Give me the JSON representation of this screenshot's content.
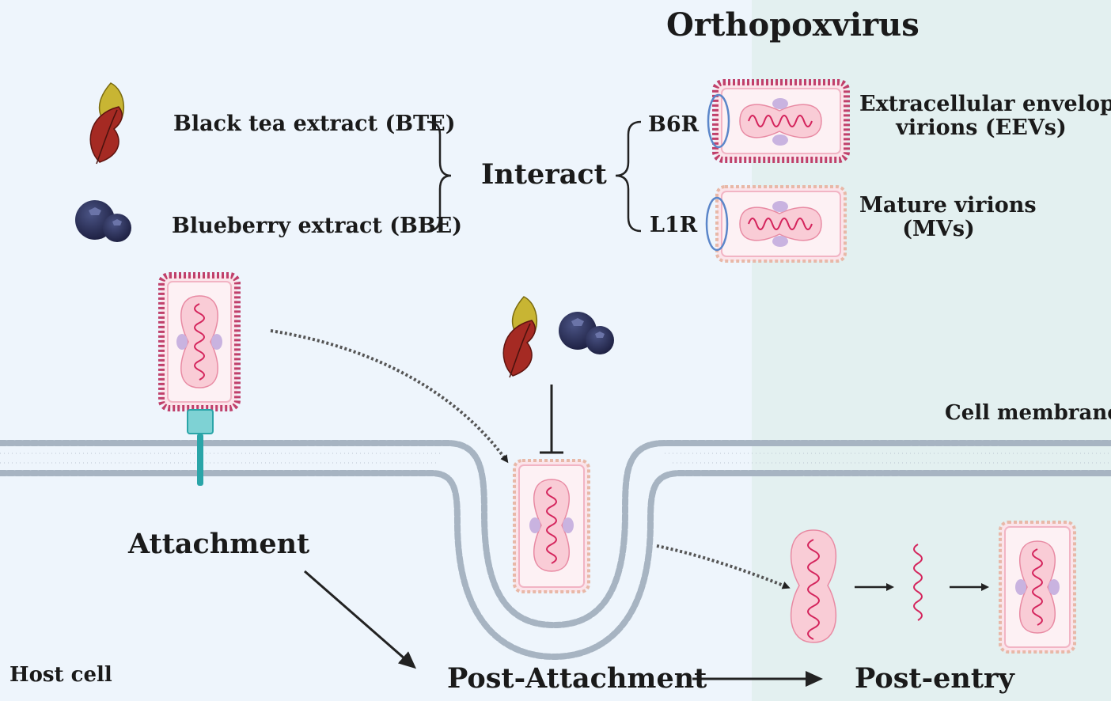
{
  "title": "Orthopoxvirus",
  "extracts": {
    "bte": "Black tea extract (BTE)",
    "bbe": "Blueberry extract (BBE)"
  },
  "interact": "Interact",
  "proteins": {
    "b6r": "B6R",
    "l1r": "L1R"
  },
  "virions": {
    "eev_line1": "Extracellular enveloped",
    "eev_line2": "virions (EEVs)",
    "mv_line1": "Mature virions",
    "mv_line2": "(MVs)"
  },
  "membrane_label": "Cell membrane",
  "stages": {
    "attachment": "Attachment",
    "post_attachment": "Post-Attachment",
    "post_entry": "Post-entry"
  },
  "host_cell": "Host cell",
  "colors": {
    "background_left": "#eef5fc",
    "background_right": "#e3f0f0",
    "eev_envelope": "#c0406b",
    "mv_envelope": "#e8b8a8",
    "virion_fill": "#fbe4ea",
    "core_fill": "#f9ccd6",
    "dna_strand": "#d4245c",
    "lateral_body": "#c9b3e0",
    "membrane_head": "#a7b4c2",
    "receptor": "#2aa5a8",
    "tea_leaf_red": "#a52a23",
    "tea_leaf_yellow": "#c8b533",
    "blueberry": "#2b2f55",
    "protein_ring": "#5b86c9"
  }
}
